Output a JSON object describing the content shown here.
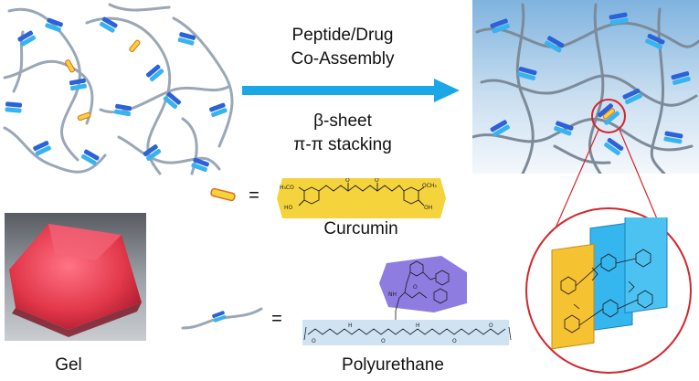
{
  "process": {
    "line1": "Peptide/Drug",
    "line2": "Co-Assembly",
    "line3": "β-sheet",
    "line4": "π-π stacking"
  },
  "legend": {
    "curcumin_equals": "=",
    "curcumin_label": "Curcumin",
    "polyurethane_equals": "=",
    "polyurethane_label": "Polyurethane"
  },
  "photo": {
    "label": "Gel"
  },
  "colors": {
    "arrow": "#1aa7e6",
    "zoom_circle": "#d4252b",
    "curcumin_fill": "#f5d33c",
    "peptide_fill": "#8e7ce0",
    "polymer_band": "#cfe3f3",
    "gel": "#e2384a"
  },
  "icons": {
    "chain_left": "entangled-polymer-network",
    "chain_right": "co-assembled-gel-network"
  }
}
